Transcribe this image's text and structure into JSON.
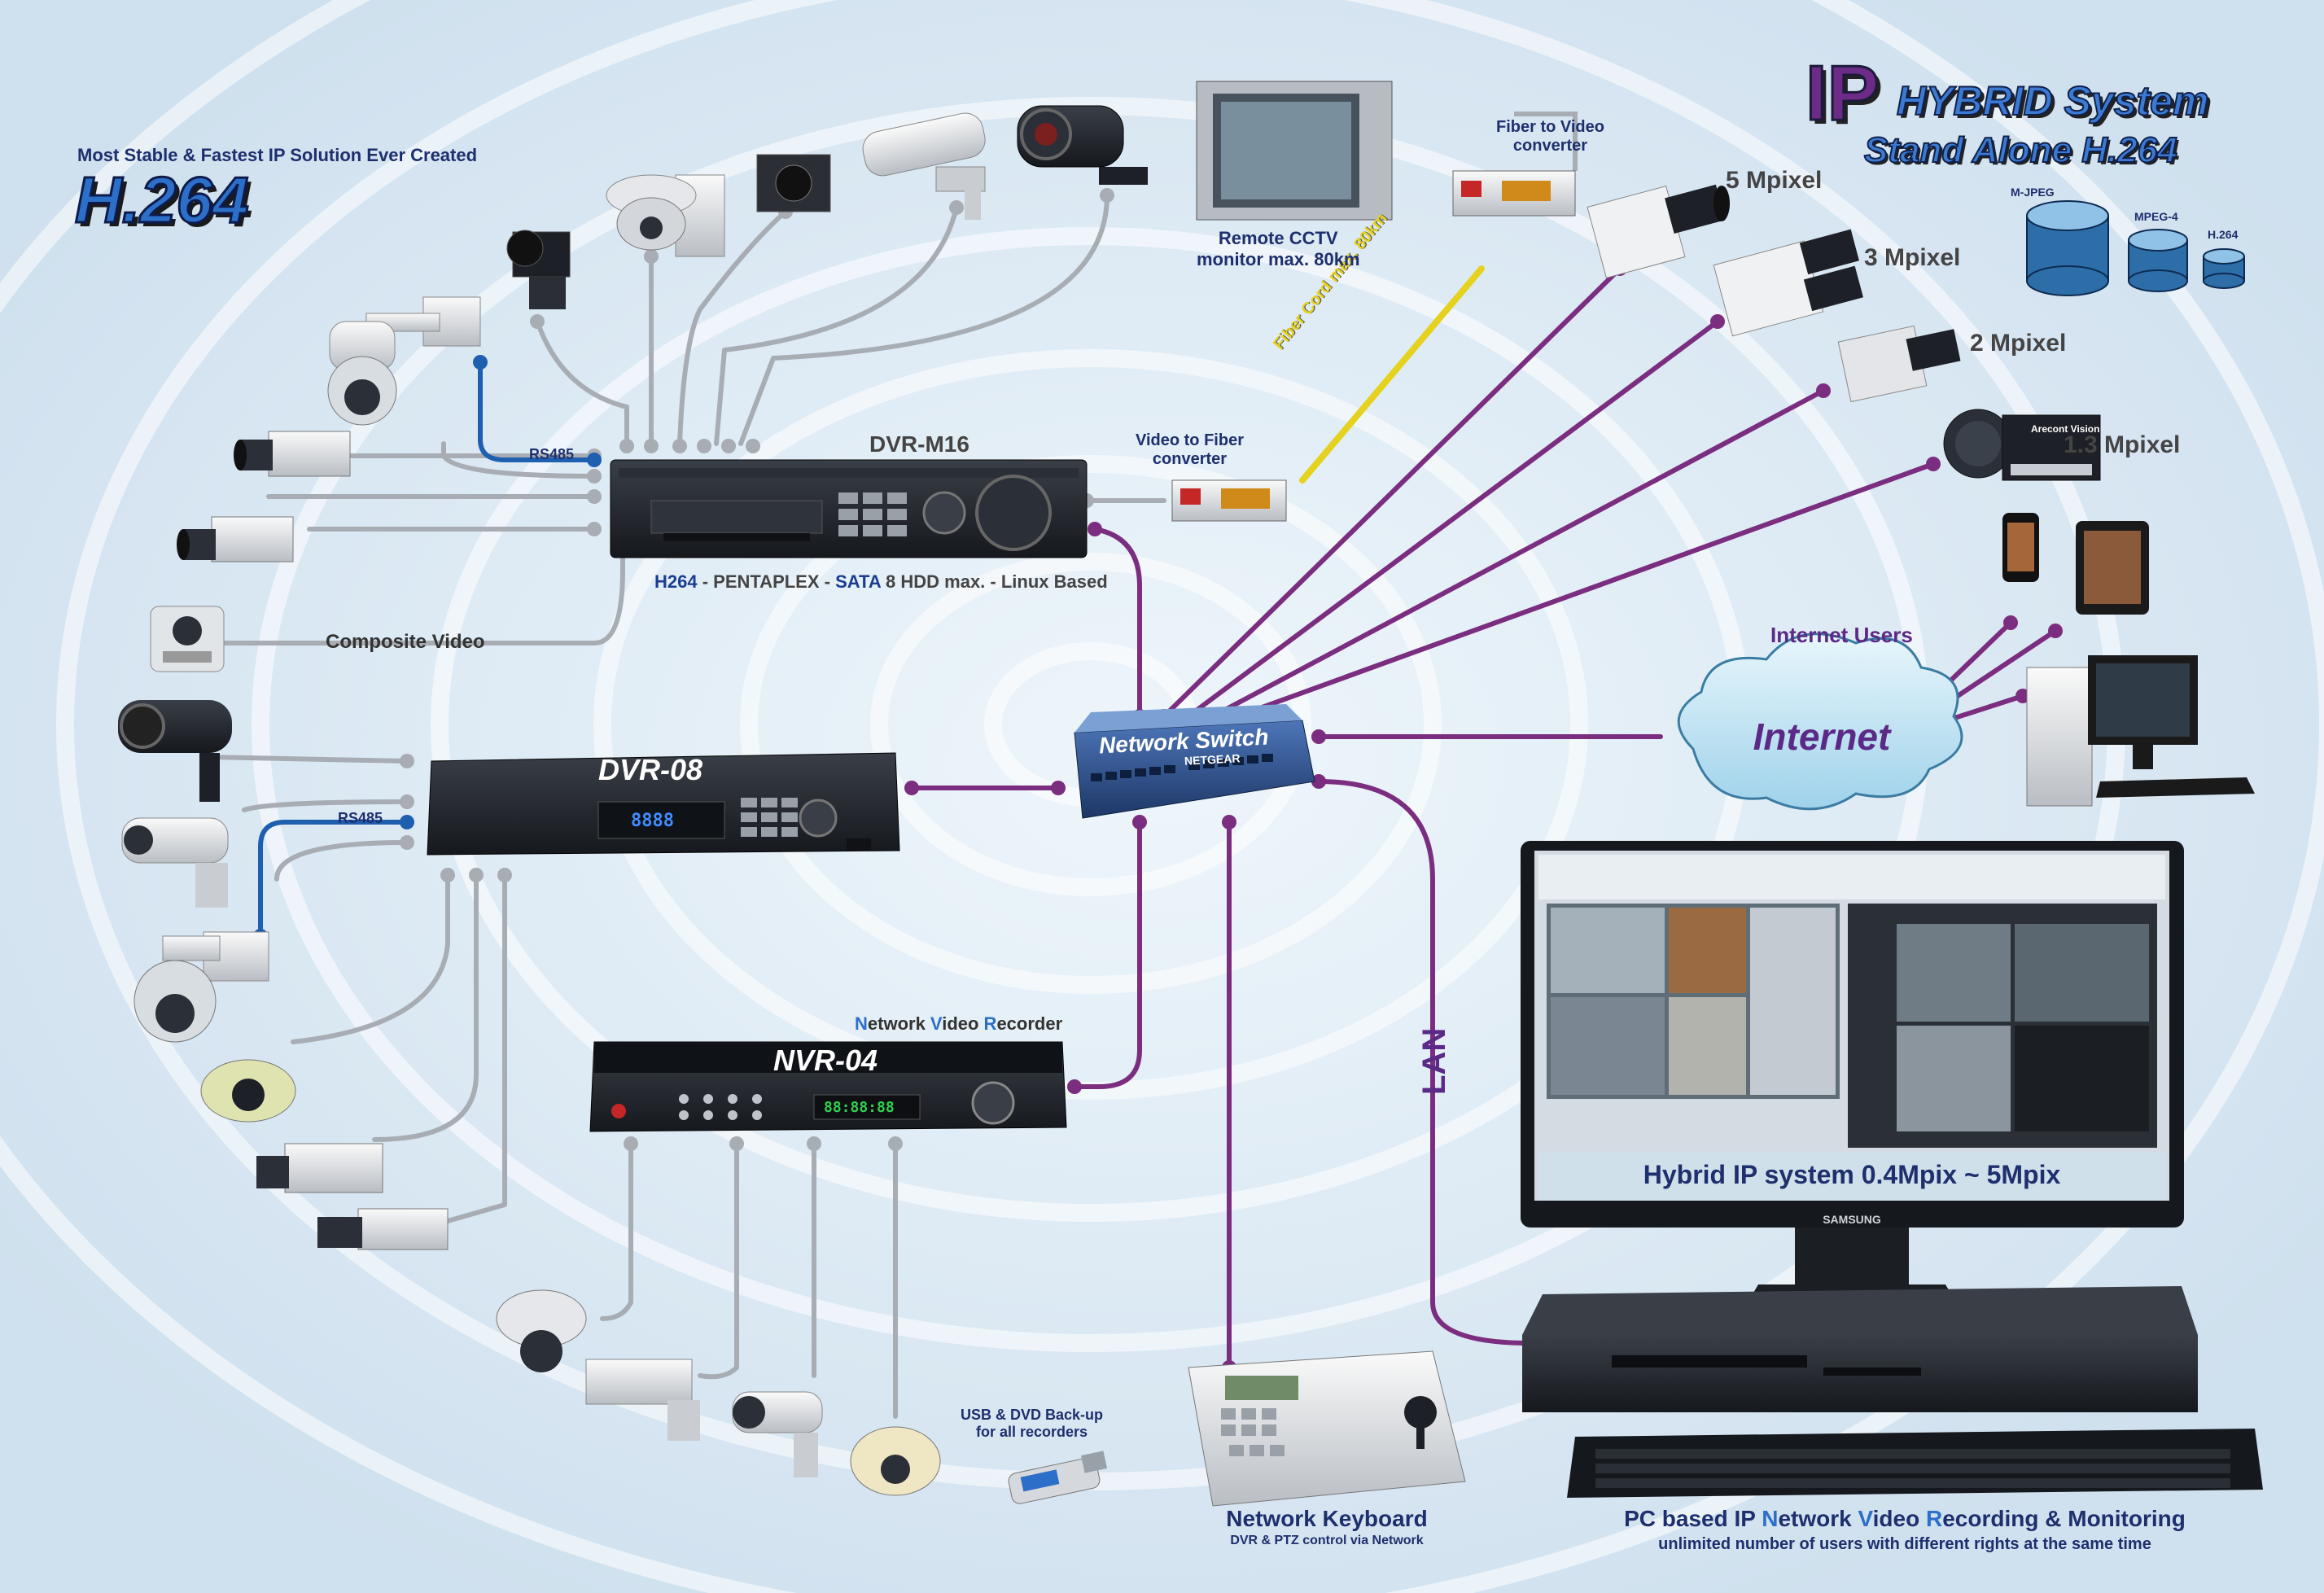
{
  "header": {
    "tagline": "Most Stable & Fastest IP Solution Ever Created",
    "codec_badge": "H.264",
    "title_ip": "IP",
    "title_hybrid": "HYBRID System",
    "title_standalone": "Stand Alone H.264"
  },
  "compression_chart": {
    "labels": [
      "M-JPEG",
      "MPEG-4",
      "H.264"
    ]
  },
  "dvr_m16": {
    "name": "DVR-M16",
    "spec_a": "H264",
    "spec_b": " - PENTAPLEX - ",
    "spec_c": "SATA",
    "spec_d": " 8 HDD   max. -  Linux Based",
    "rs485": "RS485",
    "composite": "Composite Video"
  },
  "dvr_08": {
    "name": "DVR-08",
    "rs485": "RS485",
    "display": "8888"
  },
  "nvr_04": {
    "caption_n": "N",
    "caption_1": "etwork ",
    "caption_v": "V",
    "caption_2": "ideo ",
    "caption_r": "R",
    "caption_3": "ecorder",
    "name": "NVR-04",
    "display": "88:88:88"
  },
  "network_switch": {
    "name": "Network Switch",
    "brand": "NETGEAR"
  },
  "fiber": {
    "video_to_fiber": "Video to Fiber\nconverter",
    "fiber_to_video": "Fiber to Video\nconverter",
    "cord": "Fiber Cord max. 80km",
    "remote_monitor": "Remote CCTV\nmonitor max. 80km"
  },
  "ip_cameras": [
    {
      "label": "5 Mpixel"
    },
    {
      "label": "3 Mpixel"
    },
    {
      "label": "2 Mpixel"
    },
    {
      "label": "1.3 Mpixel",
      "brand": "Arecont Vision"
    }
  ],
  "internet": {
    "cloud": "Internet",
    "users": "Internet Users"
  },
  "lan": "LAN",
  "pc_monitor": {
    "banner": "Hybrid IP system 0.4Mpix ~ 5Mpix",
    "brand": "SAMSUNG"
  },
  "keyboard": {
    "title": "Network Keyboard",
    "subtitle": "DVR & PTZ control via Network"
  },
  "usb": "USB & DVD Back-up\nfor all recorders",
  "pc_caption": {
    "part1": "PC based IP ",
    "n": "N",
    "part2": "etwork ",
    "v": "V",
    "part3": "ideo ",
    "r": "R",
    "part4": "ecording & Monitoring",
    "subtitle": "unlimited number of users with different rights at the same time"
  },
  "colors": {
    "network_line": "#7b2d7f",
    "analog_line": "#a8adb3",
    "rs485_line": "#1f5fb0",
    "fiber_line": "#e5d21f",
    "device_body": "#1f2228"
  }
}
